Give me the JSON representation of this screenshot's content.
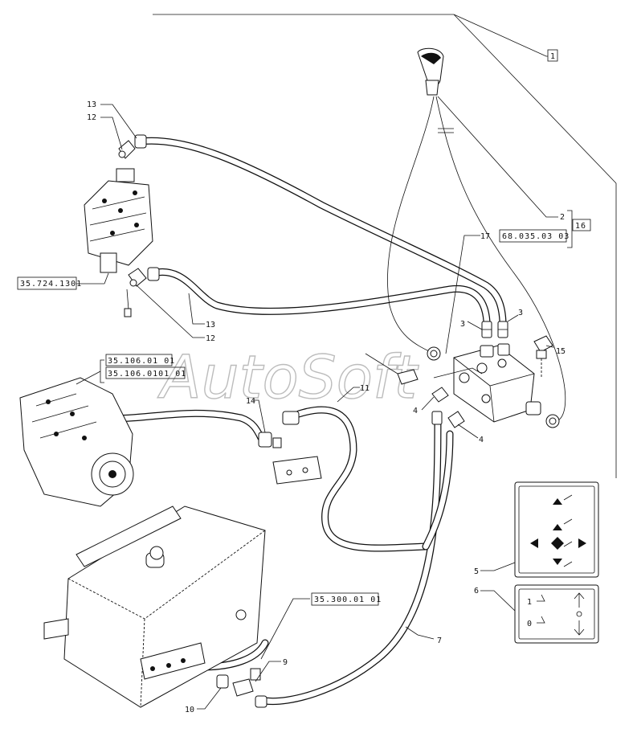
{
  "watermark": "AutoSoft",
  "ref_boxes": {
    "assembly": "1",
    "group_16": "16",
    "ref_68": "68.035.03 03",
    "ref_35_724": "35.724.1301",
    "ref_35_106_a": "35.106.01 01",
    "ref_35_106_b": "35.106.0101 01",
    "ref_35_300": "35.300.01 01"
  },
  "callouts": {
    "c2": "2",
    "c3a": "3",
    "c3b": "3",
    "c4a": "4",
    "c4b": "4",
    "c5": "5",
    "c6": "6",
    "c7": "7",
    "c9": "9",
    "c10": "10",
    "c11": "11",
    "c12a": "12",
    "c12b": "12",
    "c13a": "13",
    "c13b": "13",
    "c14": "14",
    "c15": "15",
    "c17": "17"
  },
  "decals": {
    "decal6_symbols": [
      "1",
      "0"
    ]
  }
}
